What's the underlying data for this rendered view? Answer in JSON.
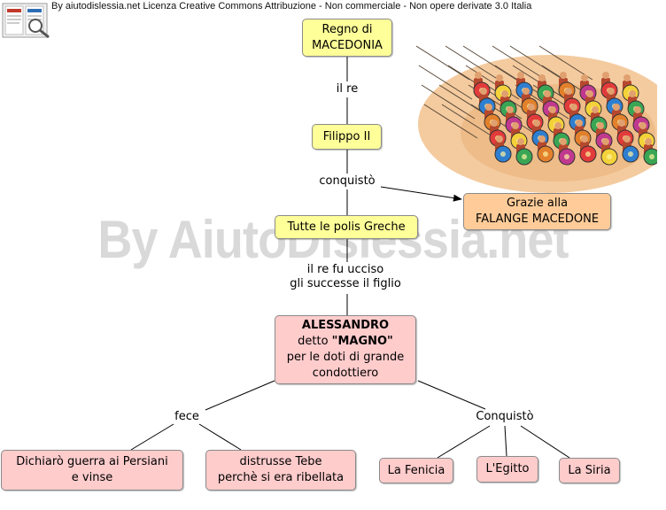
{
  "license": "By aiutodislessia.net Licenza Creative Commons Attribuzione - Non commerciale - Non opere derivate 3.0 Italia",
  "watermark": "By AiutoDislessia.net",
  "nodes": {
    "macedonia": [
      "Regno di",
      "MACEDONIA"
    ],
    "filippo": "Filippo II",
    "polis": "Tutte le polis Greche",
    "falange": [
      "Grazie alla",
      "FALANGE MACEDONE"
    ],
    "alessandro": [
      "ALESSANDRO",
      "detto ",
      "\"MAGNO\"",
      "per le doti di grande",
      "condottiero"
    ],
    "persiani": [
      "Dichiarò guerra ai Persiani",
      "e vinse"
    ],
    "tebe": [
      "distrusse Tebe",
      "perchè si era ribellata"
    ],
    "fenicia": "La Fenicia",
    "egitto": "L'Egitto",
    "siria": "La Siria"
  },
  "link_labels": {
    "il_re": "il re",
    "conquisto1": "conquistò",
    "successe": [
      "il re fu ucciso",
      "gli successe il figlio"
    ],
    "fece": "fece",
    "conquisto2": "Conquistò"
  },
  "colors": {
    "yellow": "#ffff99",
    "orange": "#ffcc99",
    "pink": "#ffcccc",
    "line": "#000000"
  },
  "icons": [
    "book-logo-icon",
    "phalanx-army-illustration"
  ]
}
